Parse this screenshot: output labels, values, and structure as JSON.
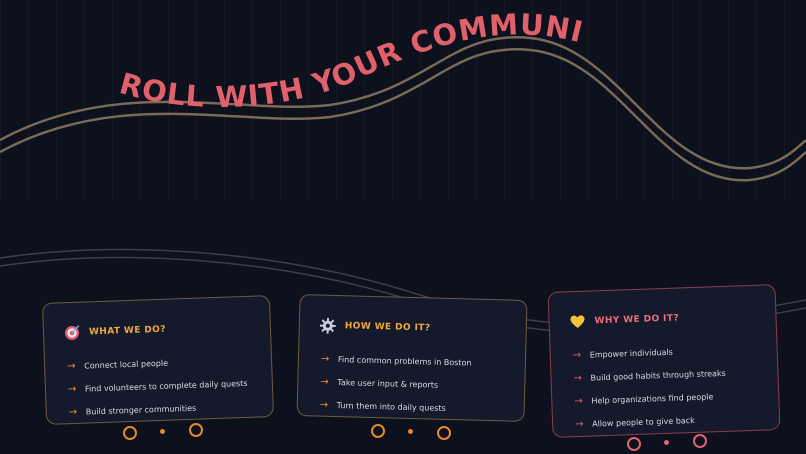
{
  "hero": {
    "title": "ROLL WITH YOUR COMMUNITY"
  },
  "cards": [
    {
      "icon": "target-icon",
      "title": "WHAT WE DO?",
      "items": [
        "Connect local people",
        "Find volunteers to complete daily quests",
        "Build stronger communities"
      ]
    },
    {
      "icon": "gear-icon",
      "title": "HOW WE DO IT?",
      "items": [
        "Find common problems in Boston",
        "Take user input & reports",
        "Turn them into daily quests"
      ]
    },
    {
      "icon": "heart-icon",
      "title": "WHY WE DO IT?",
      "items": [
        "Empower individuals",
        "Build good habits through streaks",
        "Help organizations find people",
        "Allow people to give back"
      ]
    }
  ],
  "colors": {
    "accent_orange": "#f2a73b",
    "accent_pink": "#ee6b7a",
    "title_red": "#e0606b",
    "track": "#7a6a56"
  }
}
